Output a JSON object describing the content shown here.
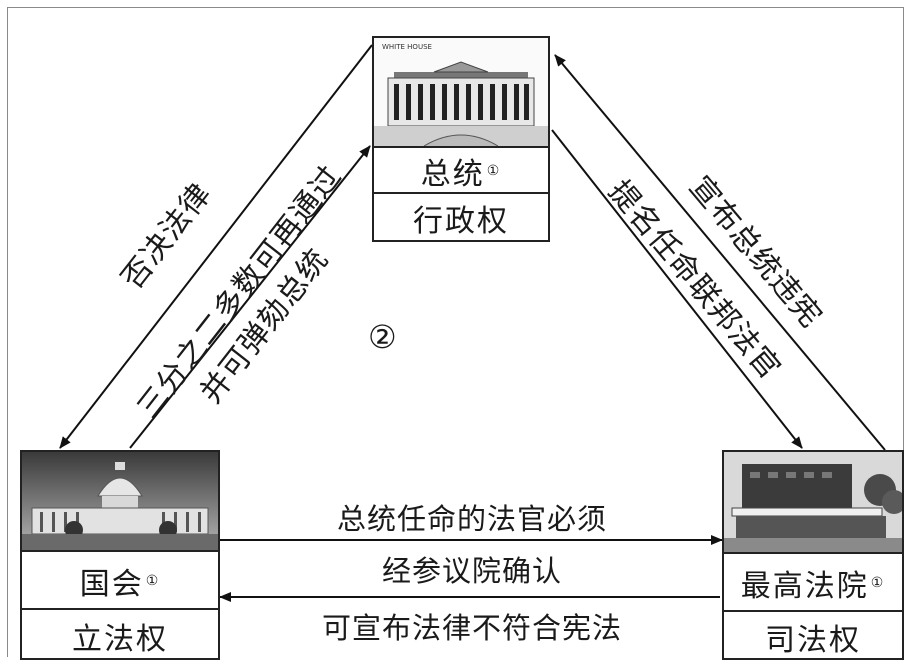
{
  "president": {
    "title": "总统",
    "note": "①",
    "power": "行政权",
    "photo_caption": "WHITE HOUSE"
  },
  "congress": {
    "title": "国会",
    "note": "①",
    "power": "立法权"
  },
  "court": {
    "title": "最高法院",
    "note": "①",
    "power": "司法权"
  },
  "marker": "②",
  "arrows": {
    "veto": "否决法律",
    "override_1": "三分之二多数可再通过",
    "override_2": "并可弹劾总统",
    "declare_unconstitutional_president": "宣布总统违宪",
    "nominate_judges": "提名任命联邦法官",
    "confirm_1": "总统任命的法官必须",
    "confirm_2": "经参议院确认",
    "declare_unconstitutional_law": "可宣布法律不符合宪法"
  }
}
